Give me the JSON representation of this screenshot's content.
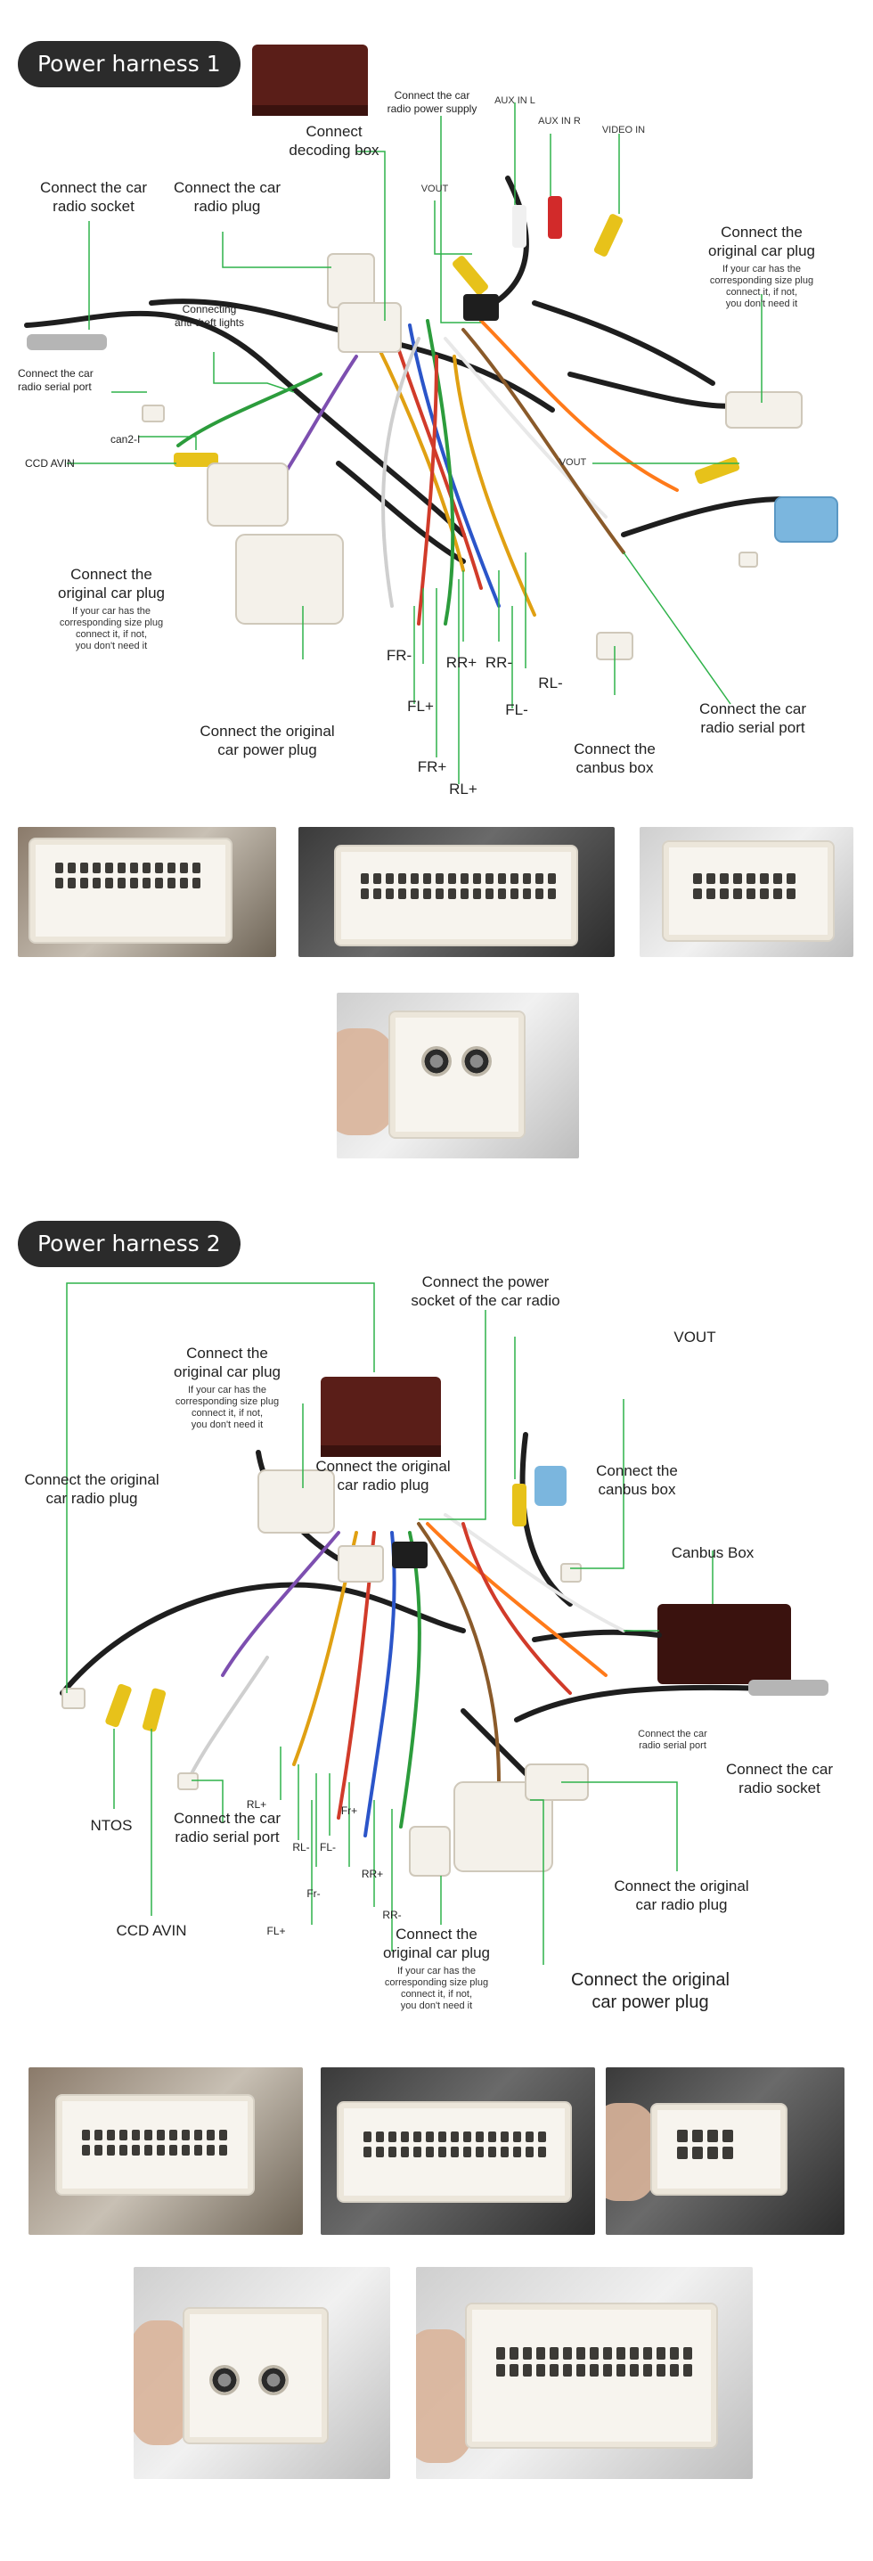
{
  "harness1": {
    "title": "Power harness 1",
    "labels": {
      "decoding_box": "Connect\ndecoding box",
      "radio_power": "Connect the car\nradio power supply",
      "aux_l": "AUX IN L",
      "aux_r": "AUX IN R",
      "video_in": "VIDEO IN",
      "vout_top": "VOUT",
      "radio_socket": "Connect the car\nradio socket",
      "radio_plug": "Connect the car\nradio plug",
      "antitheft": "Connecting\nanti-theft lights",
      "serial_port_left": "Connect the car\nradio serial port",
      "can2": "can2-I",
      "ccd_avin": "CCD AVIN",
      "orig_plug_right": "Connect the\noriginal car plug",
      "orig_plug_right_note": "If your car has the\ncorresponding size plug\nconnect it, if not,\nyou don't need it",
      "vout_right": "VOUT",
      "orig_plug_left": "Connect the\noriginal car plug",
      "orig_plug_left_note": "If your car has the\ncorresponding size plug\nconnect it, if not,\nyou don't need it",
      "orig_power_plug": "Connect the original\ncar power plug",
      "fr_minus": "FR-",
      "fl_plus": "FL+",
      "fr_plus": "FR+",
      "rl_plus": "RL+",
      "rr_plus": "RR+",
      "rr_minus": "RR-",
      "fl_minus": "FL-",
      "rl_minus": "RL-",
      "canbus_box": "Connect the\ncanbus box",
      "serial_port_right": "Connect the car\nradio serial port"
    }
  },
  "harness2": {
    "title": "Power harness 2",
    "labels": {
      "power_socket": "Connect the power\nsocket of the car radio",
      "orig_plug_top": "Connect the\noriginal car plug",
      "orig_plug_top_note": "If your car has the\ncorresponding size plug\nconnect it, if not,\nyou don't need it",
      "vout": "VOUT",
      "orig_radio_plug_left": "Connect the original\ncar radio plug",
      "orig_radio_plug_mid": "Connect the original\ncar radio plug",
      "canbus_box": "Connect the\ncanbus box",
      "canbus_box_device": "Canbus Box",
      "serial_port_small": "Connect the car\nradio serial port",
      "radio_socket": "Connect the car\nradio socket",
      "ntos": "NTOS",
      "ccd_avin": "CCD AVIN",
      "serial_port": "Connect the car\nradio serial port",
      "rl_plus": "RL+",
      "rl_minus": "RL-",
      "fl_minus": "FL-",
      "fr_plus": "Fr+",
      "fr_minus": "Fr-",
      "fl_plus": "FL+",
      "rr_plus": "RR+",
      "rr_minus": "RR-",
      "orig_plug_bottom": "Connect the\noriginal car plug",
      "orig_plug_bottom_note": "If your car has the\ncorresponding size plug\nconnect it, if not,\nyou don't need it",
      "orig_radio_plug_right": "Connect the original\ncar radio plug",
      "orig_power_plug": "Connect the original\ncar power plug"
    }
  },
  "colors": {
    "pill_bg": "#2b2b2b",
    "leader_line": "#2fb24a",
    "wire_black": "#1e1e1e",
    "plug_white": "#f4f1ea",
    "rca_yellow": "#e7c21a",
    "rca_red": "#d22a2a",
    "blue_plug": "#7bb6de"
  }
}
